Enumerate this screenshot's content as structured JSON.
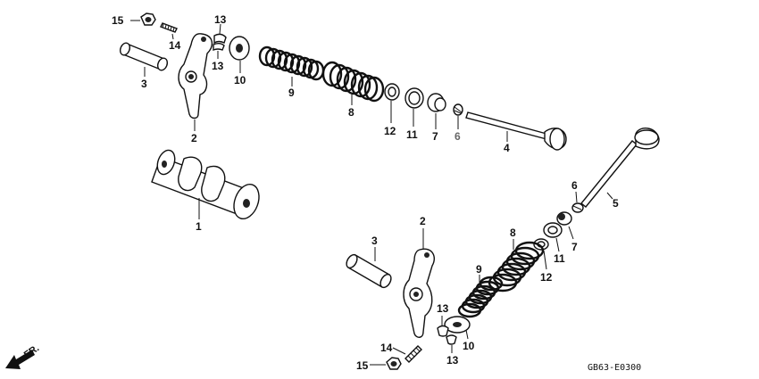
{
  "diagram_code": "GB63-E0300",
  "direction_label": "FR.",
  "callouts": [
    {
      "id": "c15a",
      "text": "15"
    },
    {
      "id": "c14a",
      "text": "14"
    },
    {
      "id": "c13a",
      "text": "13"
    },
    {
      "id": "c13b",
      "text": "13"
    },
    {
      "id": "c3a",
      "text": "3"
    },
    {
      "id": "c2a",
      "text": "2"
    },
    {
      "id": "c10a",
      "text": "10"
    },
    {
      "id": "c9a",
      "text": "9"
    },
    {
      "id": "c8a",
      "text": "8"
    },
    {
      "id": "c12a",
      "text": "12"
    },
    {
      "id": "c11a",
      "text": "11"
    },
    {
      "id": "c7a",
      "text": "7"
    },
    {
      "id": "c6a",
      "text": "6"
    },
    {
      "id": "c4a",
      "text": "4"
    },
    {
      "id": "c1a",
      "text": "1"
    },
    {
      "id": "c6b",
      "text": "6"
    },
    {
      "id": "c5b",
      "text": "5"
    },
    {
      "id": "c7b",
      "text": "7"
    },
    {
      "id": "c11b",
      "text": "11"
    },
    {
      "id": "c12b",
      "text": "12"
    },
    {
      "id": "c8b",
      "text": "8"
    },
    {
      "id": "c9b",
      "text": "9"
    },
    {
      "id": "c2b",
      "text": "2"
    },
    {
      "id": "c3b",
      "text": "3"
    },
    {
      "id": "c13c",
      "text": "13"
    },
    {
      "id": "c10b",
      "text": "10"
    },
    {
      "id": "c13d",
      "text": "13"
    },
    {
      "id": "c14b",
      "text": "14"
    },
    {
      "id": "c15b",
      "text": "15"
    }
  ]
}
